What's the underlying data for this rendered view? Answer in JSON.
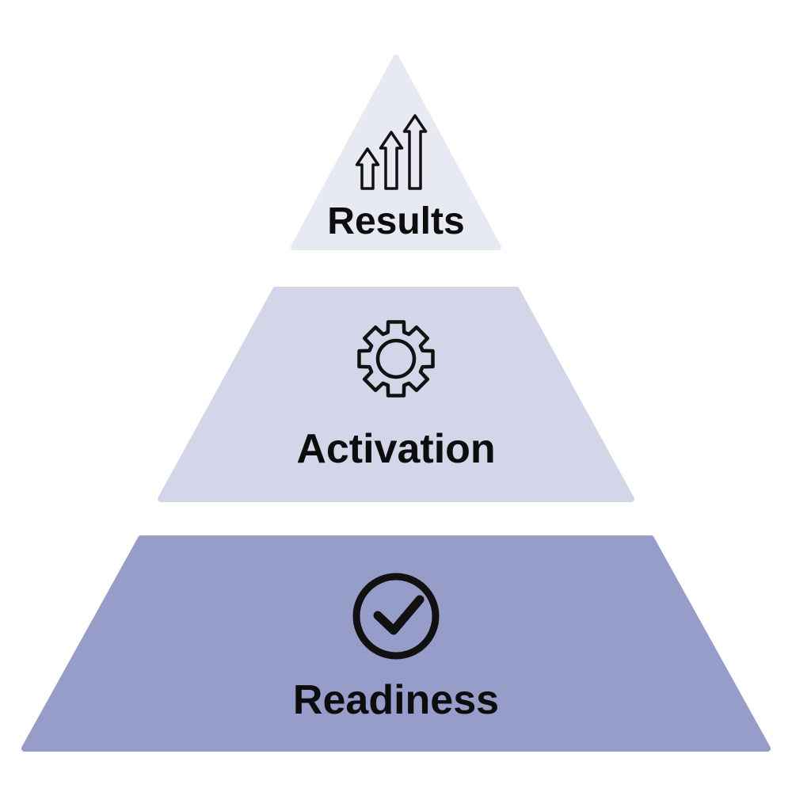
{
  "diagram": {
    "type": "pyramid",
    "background_color": "#FFFFFF",
    "text_color": "#0D0D0D",
    "icon_color": "#111111",
    "tiers": [
      {
        "label": "Results",
        "icon": "growth-arrows-icon",
        "color": "#E8EAF3",
        "level": 1
      },
      {
        "label": "Activation",
        "icon": "gear-icon",
        "color": "#D3D6E8",
        "level": 2
      },
      {
        "label": "Readiness",
        "icon": "check-circle-icon",
        "color": "#969DC9",
        "level": 3
      }
    ]
  }
}
